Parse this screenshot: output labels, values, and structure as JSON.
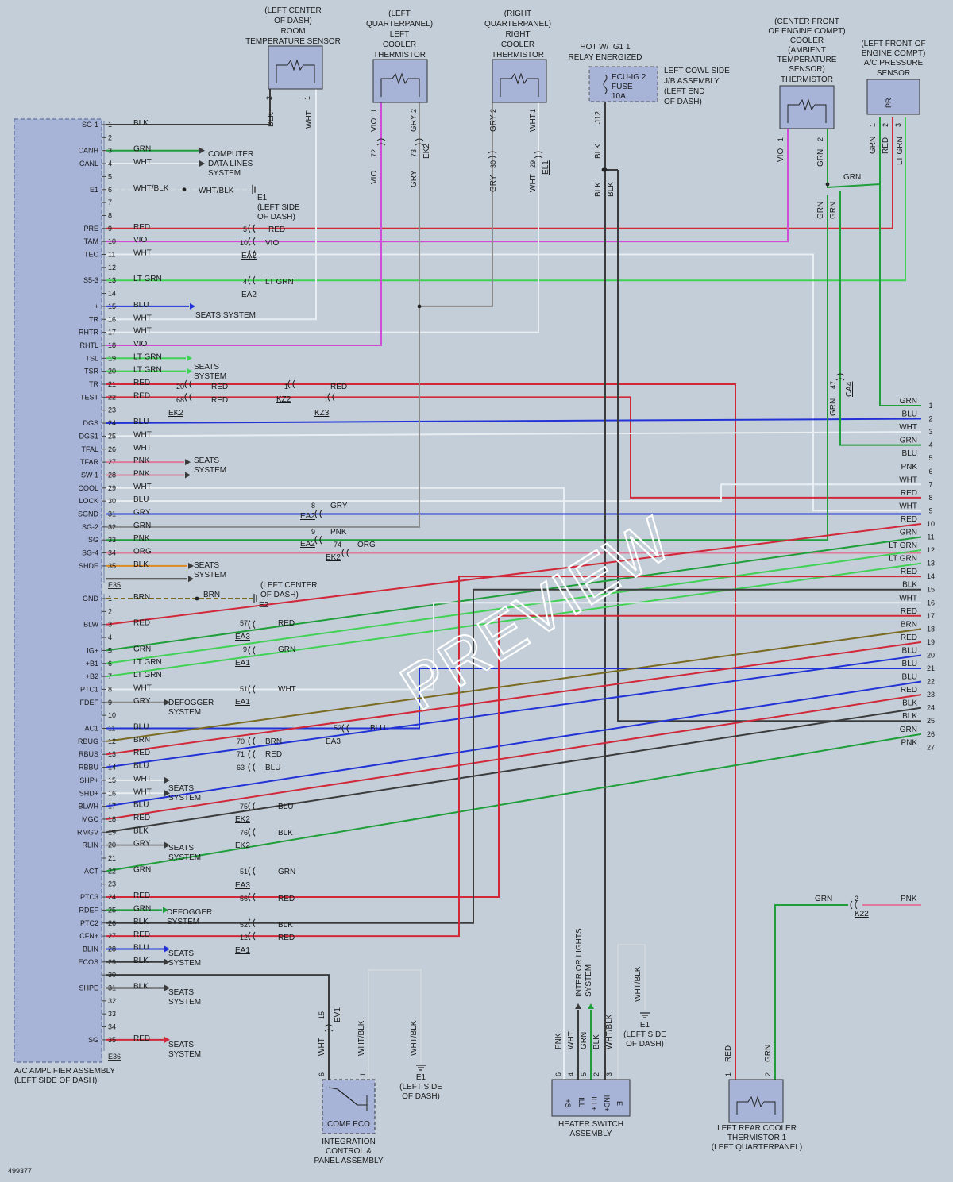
{
  "diagram_id": "499377",
  "watermark": "PREVIEW",
  "amplifier": {
    "caption": [
      "A/C AMPLIFIER ASSEMBLY",
      "(LEFT SIDE OF DASH)"
    ],
    "c1_label": "E35",
    "c2_label": "E36"
  },
  "rows1": [
    {
      "t": "SG-1",
      "p": "1",
      "c": "BLK"
    },
    {
      "t": "",
      "p": "2",
      "c": ""
    },
    {
      "t": "CANH",
      "p": "3",
      "c": "GRN"
    },
    {
      "t": "CANL",
      "p": "4",
      "c": "WHT"
    },
    {
      "t": "",
      "p": "5",
      "c": ""
    },
    {
      "t": "E1",
      "p": "6",
      "c": "WHT/BLK"
    },
    {
      "t": "",
      "p": "7",
      "c": ""
    },
    {
      "t": "",
      "p": "8",
      "c": ""
    },
    {
      "t": "PRE",
      "p": "9",
      "c": "RED"
    },
    {
      "t": "TAM",
      "p": "10",
      "c": "VIO"
    },
    {
      "t": "TEC",
      "p": "11",
      "c": "WHT"
    },
    {
      "t": "",
      "p": "12",
      "c": ""
    },
    {
      "t": "S5-3",
      "p": "13",
      "c": "LT GRN"
    },
    {
      "t": "",
      "p": "14",
      "c": ""
    },
    {
      "t": "+",
      "p": "15",
      "c": "BLU"
    },
    {
      "t": "TR",
      "p": "16",
      "c": "WHT"
    },
    {
      "t": "RHTR",
      "p": "17",
      "c": "WHT"
    },
    {
      "t": "RHTL",
      "p": "18",
      "c": "VIO"
    },
    {
      "t": "TSL",
      "p": "19",
      "c": "LT GRN"
    },
    {
      "t": "TSR",
      "p": "20",
      "c": "LT GRN"
    },
    {
      "t": "TR",
      "p": "21",
      "c": "RED"
    },
    {
      "t": "TEST",
      "p": "22",
      "c": "RED"
    },
    {
      "t": "",
      "p": "23",
      "c": ""
    },
    {
      "t": "DGS",
      "p": "24",
      "c": "BLU"
    },
    {
      "t": "DGS1",
      "p": "25",
      "c": "WHT"
    },
    {
      "t": "TFAL",
      "p": "26",
      "c": "WHT"
    },
    {
      "t": "TFAR",
      "p": "27",
      "c": "PNK"
    },
    {
      "t": "SW 1",
      "p": "28",
      "c": "PNK"
    },
    {
      "t": "COOL",
      "p": "29",
      "c": "WHT"
    },
    {
      "t": "LOCK",
      "p": "30",
      "c": "BLU"
    },
    {
      "t": "SGND",
      "p": "31",
      "c": "GRY"
    },
    {
      "t": "SG-2",
      "p": "32",
      "c": "GRN"
    },
    {
      "t": "SG",
      "p": "33",
      "c": "PNK"
    },
    {
      "t": "SG-4",
      "p": "34",
      "c": "ORG"
    },
    {
      "t": "SHDE",
      "p": "35",
      "c": "BLK"
    }
  ],
  "rows2": [
    {
      "t": "GND",
      "p": "1",
      "c": "BRN"
    },
    {
      "t": "",
      "p": "2",
      "c": ""
    },
    {
      "t": "BLW",
      "p": "3",
      "c": "RED"
    },
    {
      "t": "",
      "p": "4",
      "c": ""
    },
    {
      "t": "IG+",
      "p": "5",
      "c": "GRN"
    },
    {
      "t": "+B1",
      "p": "6",
      "c": "LT GRN"
    },
    {
      "t": "+B2",
      "p": "7",
      "c": "LT GRN"
    },
    {
      "t": "PTC1",
      "p": "8",
      "c": "WHT"
    },
    {
      "t": "FDEF",
      "p": "9",
      "c": "GRY"
    },
    {
      "t": "",
      "p": "10",
      "c": ""
    },
    {
      "t": "AC1",
      "p": "11",
      "c": "BLU"
    },
    {
      "t": "RBUG",
      "p": "12",
      "c": "BRN"
    },
    {
      "t": "RBUS",
      "p": "13",
      "c": "RED"
    },
    {
      "t": "RBBU",
      "p": "14",
      "c": "BLU"
    },
    {
      "t": "SHP+",
      "p": "15",
      "c": "WHT"
    },
    {
      "t": "SHD+",
      "p": "16",
      "c": "WHT"
    },
    {
      "t": "BLWH",
      "p": "17",
      "c": "BLU"
    },
    {
      "t": "MGC",
      "p": "18",
      "c": "RED"
    },
    {
      "t": "RMGV",
      "p": "19",
      "c": "BLK"
    },
    {
      "t": "RLIN",
      "p": "20",
      "c": "GRY"
    },
    {
      "t": "",
      "p": "21",
      "c": ""
    },
    {
      "t": "ACT",
      "p": "22",
      "c": "GRN"
    },
    {
      "t": "",
      "p": "23",
      "c": ""
    },
    {
      "t": "PTC3",
      "p": "24",
      "c": "RED"
    },
    {
      "t": "RDEF",
      "p": "25",
      "c": "GRN"
    },
    {
      "t": "PTC2",
      "p": "26",
      "c": "BLK"
    },
    {
      "t": "CFN+",
      "p": "27",
      "c": "RED"
    },
    {
      "t": "BLIN",
      "p": "28",
      "c": "BLU"
    },
    {
      "t": "ECOS",
      "p": "29",
      "c": "BLK"
    },
    {
      "t": "",
      "p": "30",
      "c": ""
    },
    {
      "t": "SHPE",
      "p": "31",
      "c": "BLK"
    },
    {
      "t": "",
      "p": "32",
      "c": ""
    },
    {
      "t": "",
      "p": "33",
      "c": ""
    },
    {
      "t": "",
      "p": "34",
      "c": ""
    },
    {
      "t": "SG",
      "p": "35",
      "c": "RED"
    }
  ],
  "right_rows": [
    {
      "c": "GRN",
      "n": "1"
    },
    {
      "c": "BLU",
      "n": "2"
    },
    {
      "c": "WHT",
      "n": "3"
    },
    {
      "c": "GRN",
      "n": "4"
    },
    {
      "c": "BLU",
      "n": "5"
    },
    {
      "c": "PNK",
      "n": "6"
    },
    {
      "c": "WHT",
      "n": "7"
    },
    {
      "c": "RED",
      "n": "8"
    },
    {
      "c": "WHT",
      "n": "9"
    },
    {
      "c": "RED",
      "n": "10"
    },
    {
      "c": "GRN",
      "n": "11"
    },
    {
      "c": "LT GRN",
      "n": "12"
    },
    {
      "c": "LT GRN",
      "n": "13"
    },
    {
      "c": "RED",
      "n": "14"
    },
    {
      "c": "BLK",
      "n": "15"
    },
    {
      "c": "WHT",
      "n": "16"
    },
    {
      "c": "RED",
      "n": "17"
    },
    {
      "c": "BRN",
      "n": "18"
    },
    {
      "c": "RED",
      "n": "19"
    },
    {
      "c": "BLU",
      "n": "20"
    },
    {
      "c": "BLU",
      "n": "21"
    },
    {
      "c": "BLU",
      "n": "22"
    },
    {
      "c": "RED",
      "n": "23"
    },
    {
      "c": "BLK",
      "n": "24"
    },
    {
      "c": "BLK",
      "n": "25"
    },
    {
      "c": "GRN",
      "n": "26"
    },
    {
      "c": "PNK",
      "n": "27"
    }
  ],
  "systems": {
    "computer_data": [
      "COMPUTER",
      "DATA LINES",
      "SYSTEM"
    ],
    "seats1": "SEATS SYSTEM",
    "seats": [
      "SEATS",
      "SYSTEM"
    ],
    "defogger": [
      "DEFOGGER",
      "SYSTEM"
    ],
    "interior": [
      "INTERIOR LIGHTS",
      "SYSTEM"
    ]
  },
  "grounds": {
    "e1_top": [
      "E1",
      "(LEFT SIDE",
      "OF DASH)"
    ],
    "e2": [
      "E2",
      "(LEFT CENTER",
      "OF DASH)"
    ],
    "e1_a": [
      "E1",
      "(LEFT SIDE",
      "OF DASH)"
    ],
    "e1_b": [
      "E1",
      "(LEFT SIDE",
      "OF DASH)"
    ]
  },
  "components": {
    "room_temp": [
      "(LEFT CENTER",
      "OF DASH)",
      "ROOM",
      "TEMPERATURE SENSOR"
    ],
    "lq_cooler": [
      "(LEFT",
      "QUARTERPANEL)",
      "LEFT",
      "COOLER",
      "THERMISTOR"
    ],
    "rq_cooler": [
      "(RIGHT",
      "QUARTERPANEL)",
      "RIGHT",
      "COOLER",
      "THERMISTOR"
    ],
    "relay_hot": [
      "HOT W/ IG1 1",
      "RELAY ENERGIZED"
    ],
    "fuse": [
      "ECU-IG 2",
      "FUSE",
      "10A"
    ],
    "jb": [
      "LEFT COWL SIDE",
      "J/B ASSEMBLY",
      "(LEFT END",
      "OF DASH)"
    ],
    "ambient": [
      "(CENTER FRONT",
      "OF ENGINE COMPT)",
      "COOLER",
      "(AMBIENT",
      "TEMPERATURE",
      "SENSOR)",
      "THERMISTOR"
    ],
    "pressure": [
      "(LEFT FRONT OF",
      "ENGINE COMPT)",
      "A/C PRESSURE",
      "SENSOR"
    ],
    "pr_label": "PR",
    "integration": [
      "INTEGRATION",
      "CONTROL &",
      "PANEL ASSEMBLY"
    ],
    "comf_eco": "COMF ECO",
    "heater": [
      "HEATER SWITCH",
      "ASSEMBLY"
    ],
    "heater_pins": [
      "+S",
      "ILL-",
      "ILL+",
      "IND+",
      "E"
    ],
    "rear_cooler": [
      "LEFT REAR COOLER",
      "THERMISTOR 1",
      "(LEFT QUARTERPANEL)"
    ]
  },
  "vertical_wire_labels": {
    "room_blk": "BLK",
    "room_wht": "WHT",
    "lq_vio": "VIO",
    "lq_gry": "GRY",
    "rq_gry": "GRY",
    "rq_wht": "WHT",
    "fuse_j12": "J12",
    "fuse_blk": "BLK",
    "amb_vio": "VIO",
    "amb_grn": "GRN",
    "pr_grn": "GRN",
    "pr_red": "RED",
    "pr_ltgrn": "LT GRN",
    "int_wht": "WHT",
    "int_whtblk": "WHT/BLK",
    "int_gnd": "WHT/BLK",
    "heat": [
      "PNK",
      "WHT",
      "GRN",
      "BLK",
      "WHT/BLK"
    ],
    "heat_gnd": "WHT/BLK",
    "rear_red": "RED",
    "rear_grn": "GRN",
    "junction_grn": "GRN",
    "grn_ca4": "GRN"
  },
  "connectors": {
    "ea2": "EA2",
    "ea3": "EA3",
    "ea1": "EA1",
    "ek2": "EK2",
    "kz2": "KZ2",
    "kz3": "KZ3",
    "el1": "EL1",
    "ev1": "EV1",
    "ca4": "CA4",
    "k22": "K22"
  }
}
